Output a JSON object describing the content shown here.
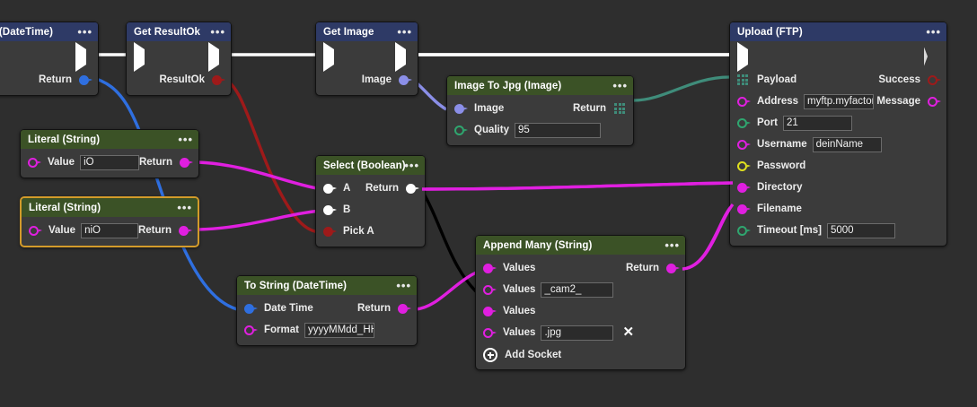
{
  "canvas": {
    "background": "#2e2e2e"
  },
  "colors": {
    "header_blue": "#2e3a66",
    "header_green": "#3b5226",
    "node_body": "#3b3b3b",
    "selected_outline": "#d39b2a",
    "wire_exec": "#ffffff",
    "wire_datetime": "#2f6fe0",
    "wire_bool": "#9e1a1a",
    "wire_string": "#e01fe0",
    "wire_image": "#8b8fe8",
    "wire_bytes": "#3f8c7a",
    "wire_black": "#000000"
  },
  "nodes": [
    {
      "id": "now",
      "title": "Now (DateTime)",
      "menu": "•••",
      "rows": [
        {
          "label": "Return",
          "align": "right",
          "pin": "datetime-out"
        }
      ]
    },
    {
      "id": "get-resultok",
      "title": "Get ResultOk",
      "menu": "•••",
      "rows": [
        {
          "label": "ResultOk",
          "align": "right",
          "pin": "bool-out"
        }
      ]
    },
    {
      "id": "get-image",
      "title": "Get Image",
      "menu": "•••",
      "rows": [
        {
          "label": "Image",
          "align": "right",
          "pin": "image-out"
        }
      ]
    },
    {
      "id": "image-to-jpg",
      "title": "Image To Jpg (Image)",
      "menu": "•••",
      "rows": [
        {
          "label": "Image",
          "right_label": "Return"
        },
        {
          "label": "Quality",
          "value": "95"
        }
      ]
    },
    {
      "id": "upload-ftp",
      "title": "Upload (FTP)",
      "menu": "•••",
      "rows": [
        {
          "label": "Payload",
          "right_label": "Success"
        },
        {
          "label": "Address",
          "value": "myftp.myfactory.com",
          "right_label": "Message"
        },
        {
          "label": "Port",
          "value": "21"
        },
        {
          "label": "Username",
          "value": "deinName"
        },
        {
          "label": "Password",
          "value": ""
        },
        {
          "label": "Directory",
          "value": ""
        },
        {
          "label": "Filename",
          "value": ""
        },
        {
          "label": "Timeout [ms]",
          "value": "5000"
        }
      ]
    },
    {
      "id": "literal-io",
      "title": "Literal (String)",
      "menu": "•••",
      "selected": false,
      "rows": [
        {
          "label": "Value",
          "value": "iO",
          "right_label": "Return"
        }
      ]
    },
    {
      "id": "literal-nio",
      "title": "Literal (String)",
      "menu": "•••",
      "selected": true,
      "rows": [
        {
          "label": "Value",
          "value": "niO",
          "right_label": "Return"
        }
      ]
    },
    {
      "id": "select-boolean",
      "title": "Select (Boolean)",
      "menu": "•••",
      "rows": [
        {
          "label": "A",
          "right_label": "Return"
        },
        {
          "label": "B"
        },
        {
          "label": "Pick A"
        }
      ]
    },
    {
      "id": "to-string-datetime",
      "title": "To String (DateTime)",
      "menu": "•••",
      "rows": [
        {
          "label": "Date Time",
          "right_label": "Return"
        },
        {
          "label": "Format",
          "value": "yyyyMMdd_HHmmss"
        }
      ]
    },
    {
      "id": "append-many",
      "title": "Append Many (String)",
      "menu": "•••",
      "rows": [
        {
          "label": "Values",
          "right_label": "Return"
        },
        {
          "label": "Values",
          "value": "_cam2_"
        },
        {
          "label": "Values"
        },
        {
          "label": "Values",
          "value": ".jpg",
          "remove": "✕"
        }
      ],
      "add_socket_label": "Add Socket"
    }
  ]
}
